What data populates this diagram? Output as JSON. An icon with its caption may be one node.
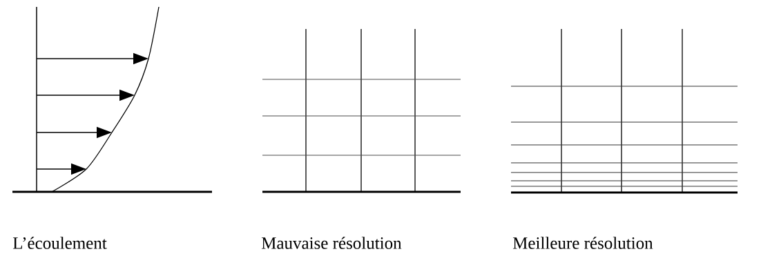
{
  "diagram": {
    "labels": [
      "L’écoulement",
      "Mauvaise résolution",
      "Meilleure résolution"
    ]
  }
}
